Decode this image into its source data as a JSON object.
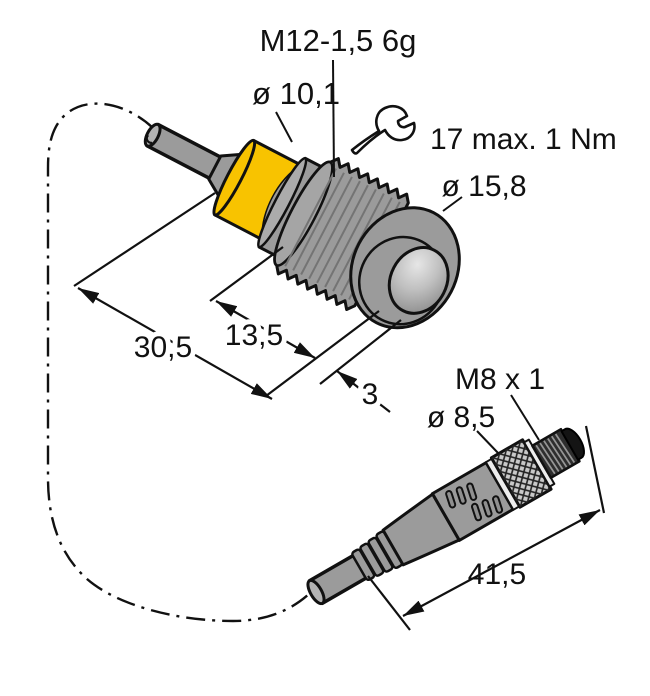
{
  "drawing": {
    "title": "sensor-dimension-drawing",
    "background": "#ffffff",
    "callouts": {
      "sensor_thread": "M12-1,5 6g",
      "sensor_body_diameter": "ø 10,1",
      "wrench_torque": "17 max. 1 Nm",
      "sensor_face_diameter": "ø 15,8",
      "sensor_length": "30,5",
      "sensor_thread_length": "13,5",
      "sensor_face_depth": "3",
      "connector_thread": "M8 x 1",
      "connector_diameter": "ø 8,5",
      "connector_length": "41,5"
    },
    "icons": {
      "wrench": "open-end-wrench"
    },
    "colors": {
      "housing_yellow": "#F8C300",
      "metal_gray": "#9B9B9B",
      "metal_gray_light": "#B0B0B0",
      "ring_silver": "#EDEDED",
      "knurl_gray": "#C9C9C9",
      "thread_dark": "#2E2E2E",
      "tip_black": "#141414",
      "line_black": "#111111"
    }
  }
}
